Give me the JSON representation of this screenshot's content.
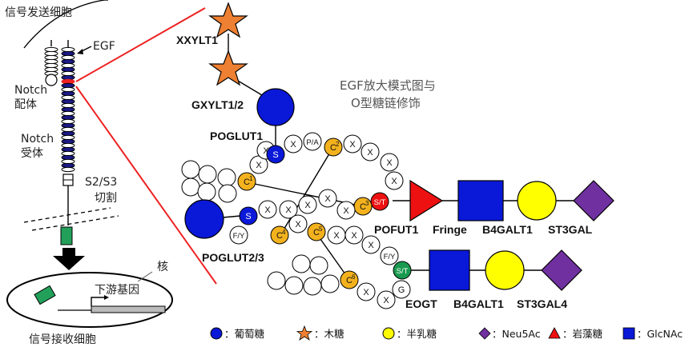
{
  "labels": {
    "sending_cell": "信号发送细胞",
    "egf": "EGF",
    "notch_ligand_1": "Notch",
    "notch_ligand_2": "配体",
    "notch_receptor_1": "Notch",
    "notch_receptor_2": "受体",
    "cleavage_1": "S2/S3",
    "cleavage_2": "切割",
    "nucleus": "核",
    "downstream_genes": "下游基因",
    "receiving_cell": "信号接收细胞",
    "title_line1": "EGF放大模式图与",
    "title_line2": "O型糖链修饰"
  },
  "enzymes": {
    "xxylt1": "XXYLT1",
    "gxylt": "GXYLT1/2",
    "poglut1": "POGLUT1",
    "poglut23": "POGLUT2/3",
    "pofut1": "POFUT1",
    "fringe": "Fringe",
    "b4galt1_top": "B4GALT1",
    "st3gal": "ST3GAL",
    "eogt": "EOGT",
    "b4galt1_bot": "B4GALT1",
    "st3gal4": "ST3GAL4"
  },
  "residues": {
    "x": "X",
    "s": "S",
    "pa": "P/A",
    "fy": "F/Y",
    "st": "S/T",
    "g": "G",
    "c1": "C",
    "c1_sup": "1",
    "c2": "C",
    "c2_sup": "2",
    "c3": "C",
    "c3_sup": "3",
    "c4": "C",
    "c4_sup": "4",
    "c5": "C",
    "c5_sup": "5",
    "c6": "C",
    "c6_sup": "6"
  },
  "legend": {
    "glucose": "：葡萄糖",
    "xylose": "：木糖",
    "galactose": "：半乳糖",
    "neu5ac": "：Neu5Ac",
    "fucose": "：岩藻糖",
    "glcnac": "：GlcNAc"
  },
  "colors": {
    "glucose": "#0a18d8",
    "xylose": "#ee8033",
    "galactose": "#ffff00",
    "neu5ac": "#7030a0",
    "fucose": "#ee1111",
    "glcnac": "#0a18d8",
    "cysteine": "#f3b21d",
    "egf_repeat": "#1a1a8c",
    "highlight": "#ee2222",
    "tm_domain": "#22a05a",
    "s_t_eogt": "#1a9a50"
  }
}
